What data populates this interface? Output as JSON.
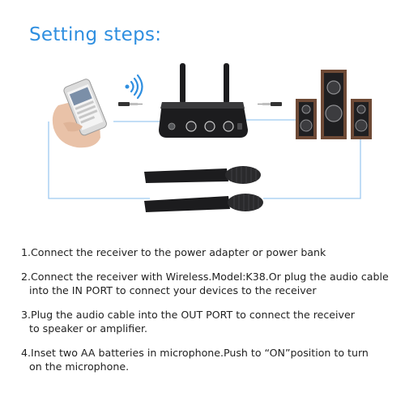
{
  "title": "Setting steps:",
  "steps": [
    {
      "lines": [
        "1.Connect the receiver to the power adapter or power bank"
      ]
    },
    {
      "lines": [
        "2.Connect the receiver with Wireless.Model:K38.Or plug the audio cable",
        "into the IN PORT to connect your devices to the receiver"
      ]
    },
    {
      "lines": [
        "3.Plug the audio cable into the OUT PORT to connect the receiver",
        "to speaker or amplifier."
      ]
    },
    {
      "lines": [
        "4.Inset two AA batteries in microphone.Push to “ON”position to turn",
        "on the microphone."
      ]
    }
  ],
  "colors": {
    "accent": "#2f8fe0",
    "connector": "#9ec9f0",
    "device": "#1c1c1e",
    "wood": "#6e4a36"
  },
  "icons": [
    "smartphone-icon",
    "wireless-signal-icon",
    "audio-cable-icon",
    "receiver-icon",
    "speaker-icon",
    "microphone-icon"
  ]
}
